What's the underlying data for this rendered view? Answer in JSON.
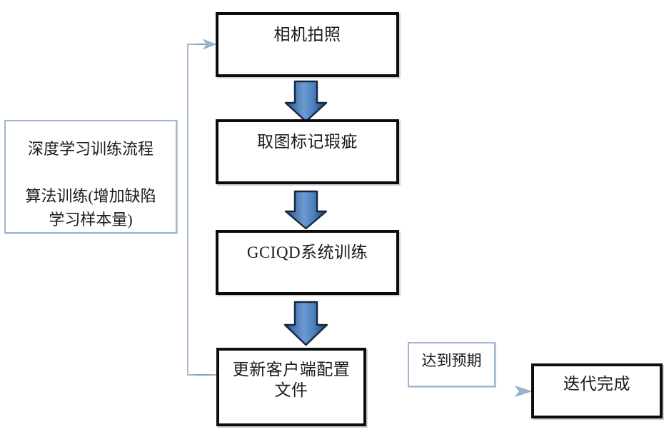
{
  "diagram": {
    "title": "深度学习训练流程",
    "type": "flowchart",
    "nodes": {
      "capture": {
        "label": "相机拍照"
      },
      "mark": {
        "label": "取图标记瑕疵"
      },
      "train": {
        "label": "GCIQD系统训练"
      },
      "update": {
        "label": "更新客户端配置\n文件"
      },
      "done": {
        "label": "迭代完成"
      }
    },
    "notes": {
      "side_panel": "深度学习训练流程\n\n算法训练(增加缺陷\n学习样本量)",
      "expected": "达到预期"
    },
    "colors": {
      "box_border": "#0c0c0c",
      "note_border": "#9fb5d0",
      "arrow_fill": "#4a7ebb",
      "arrow_outline": "#1f3864",
      "connector": "#8fa9c6",
      "text": "#1a1a1a"
    }
  }
}
